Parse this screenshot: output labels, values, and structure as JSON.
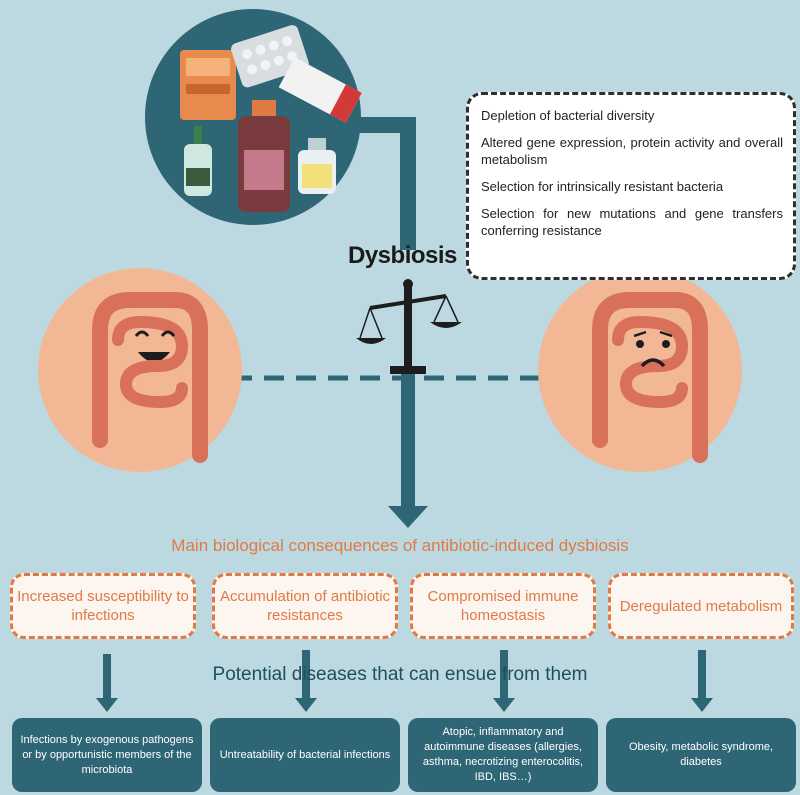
{
  "diagram": {
    "center_label": "Dysbiosis",
    "callout": {
      "items": [
        "Depletion of bacterial diversity",
        "Altered gene expression, protein activity and overall metabolism",
        "Selection for intrinsically resistant bacteria",
        "Selection for new mutations and gene transfers conferring resistance"
      ]
    },
    "consequences_title": "Main biological consequences of antibiotic-induced dysbiosis",
    "consequences": [
      "Increased susceptibility to infections",
      "Accumulation of antibiotic resistances",
      "Compromised immune homeostasis",
      "Deregulated metabolism"
    ],
    "diseases_title": "Potential diseases that can ensue from them",
    "diseases": [
      "Infections by exogenous pathogens or by opportunistic members of the microbiota",
      "Untreatability of bacterial infections",
      "Atopic, inflammatory and autoimmune diseases (allergies, asthma, necrotizing enterocolitis, IBD, IBS…)",
      "Obesity, metabolic syndrome, diabetes"
    ]
  },
  "colors": {
    "background": "#bcd9e2",
    "teal": "#2f6675",
    "orange": "#e07a45",
    "peach": "#f2b896",
    "gut": "#d9705a"
  },
  "icons": [
    "medicine-bottles-icon",
    "balance-scale-icon",
    "happy-gut-icon",
    "sad-gut-icon",
    "arrow-down-icon"
  ]
}
